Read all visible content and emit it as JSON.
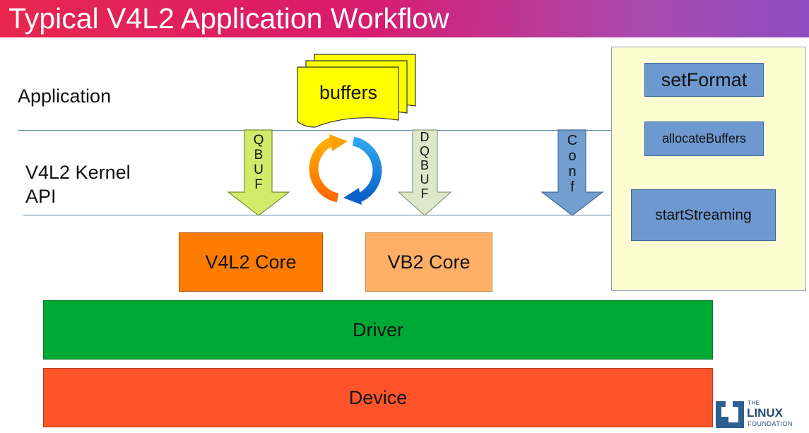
{
  "title": "Typical V4L2 Application Workflow",
  "layers": {
    "application": "Application",
    "kernel_api_line1": "V4L2 Kernel",
    "kernel_api_line2": "API"
  },
  "buffers_label": "buffers",
  "arrows": {
    "qbuf": [
      "Q",
      "B",
      "U",
      "F"
    ],
    "dqbuf": [
      "D",
      "Q",
      "B",
      "U",
      "F"
    ],
    "conf": [
      "C",
      "o",
      "n",
      "f"
    ]
  },
  "cores": {
    "v4l2_core": "V4L2 Core",
    "vb2_core": "VB2 Core"
  },
  "driver": "Driver",
  "device": "Device",
  "workflow_steps": [
    "setFormat",
    "allocateBuffers",
    "startStreaming"
  ],
  "logo": {
    "line1": "THE",
    "line2": "LINUX",
    "line3": "FOUNDATION"
  },
  "colors": {
    "v4l2_core": "#ff7c00",
    "vb2_core": "#ffb066",
    "driver": "#00a933",
    "device": "#ff5429",
    "buffers": "#ffff00",
    "qbuf_arrow": "#d4ea6b",
    "dqbuf_arrow": "#dde8cb",
    "conf_arrow": "#729fcf",
    "step_boxes": "#729fcf",
    "side_panel": "#ffffd7"
  }
}
